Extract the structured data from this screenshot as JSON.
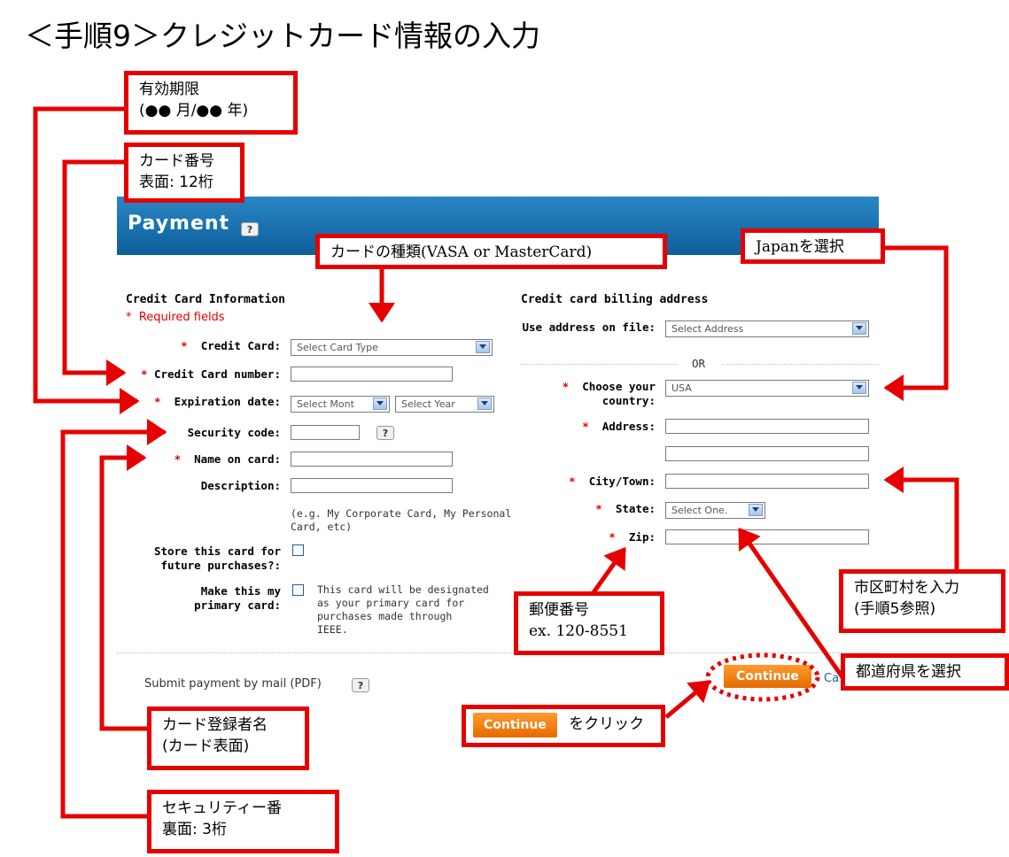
{
  "title": "＜手順9＞クレジットカード情報の入力",
  "callouts": {
    "expiry": [
      "有効期限",
      "(●● 月/●● 年)"
    ],
    "card_number": [
      "カード番号",
      "表面: 12桁"
    ],
    "card_type": "カードの種類(VASA or MasterCard)",
    "country": "Japanを選択",
    "city": [
      "市区町村を入力",
      "(手順5参照)"
    ],
    "zip": [
      "郵便番号",
      "ex. 120-8551"
    ],
    "state": "都道府県を選択",
    "click_continue_suffix": "をクリック",
    "name": [
      "カード登録者名",
      "(カード表面)"
    ],
    "security": [
      "セキュリティー番",
      "裏面: 3桁"
    ]
  },
  "panel": {
    "title": "Payment",
    "help": "?",
    "left": {
      "section_title": "Credit Card Information",
      "required_note": "Required fields",
      "req_star": "*",
      "credit_card_label": "Credit Card:",
      "credit_card_value": "Select Card Type",
      "card_number_label": "Credit Card number:",
      "expiry_label": "Expiration date:",
      "expiry_month": "Select Mont",
      "expiry_year": "Select Year",
      "security_label": "Security code:",
      "name_label": "Name on card:",
      "description_label": "Description:",
      "description_hint": [
        "(e.g. My Corporate Card, My Personal",
        "Card, etc)"
      ],
      "store_label": [
        "Store this card for",
        "future purchases?:"
      ],
      "primary_label": [
        "Make this my",
        "primary card:"
      ],
      "primary_note": [
        "This card will be designated",
        "as your primary card for",
        "purchases made through",
        "IEEE."
      ],
      "mail_text": "Submit payment by mail (PDF)"
    },
    "right": {
      "section_title": "Credit card billing address",
      "use_address_label": "Use address on file:",
      "use_address_value": "Select Address",
      "or": "OR",
      "country_label": [
        "Choose your",
        "country:"
      ],
      "country_value": "USA",
      "address_label": "Address:",
      "city_label": "City/Town:",
      "state_label": "State:",
      "state_value": "Select One.",
      "zip_label": "Zip:"
    },
    "continue_label": "Continue",
    "cancel_partial": "Ca"
  },
  "colors": {
    "annotation_red": "#e60000",
    "header_blue": "#1470b0",
    "button_orange": "#f08010"
  }
}
